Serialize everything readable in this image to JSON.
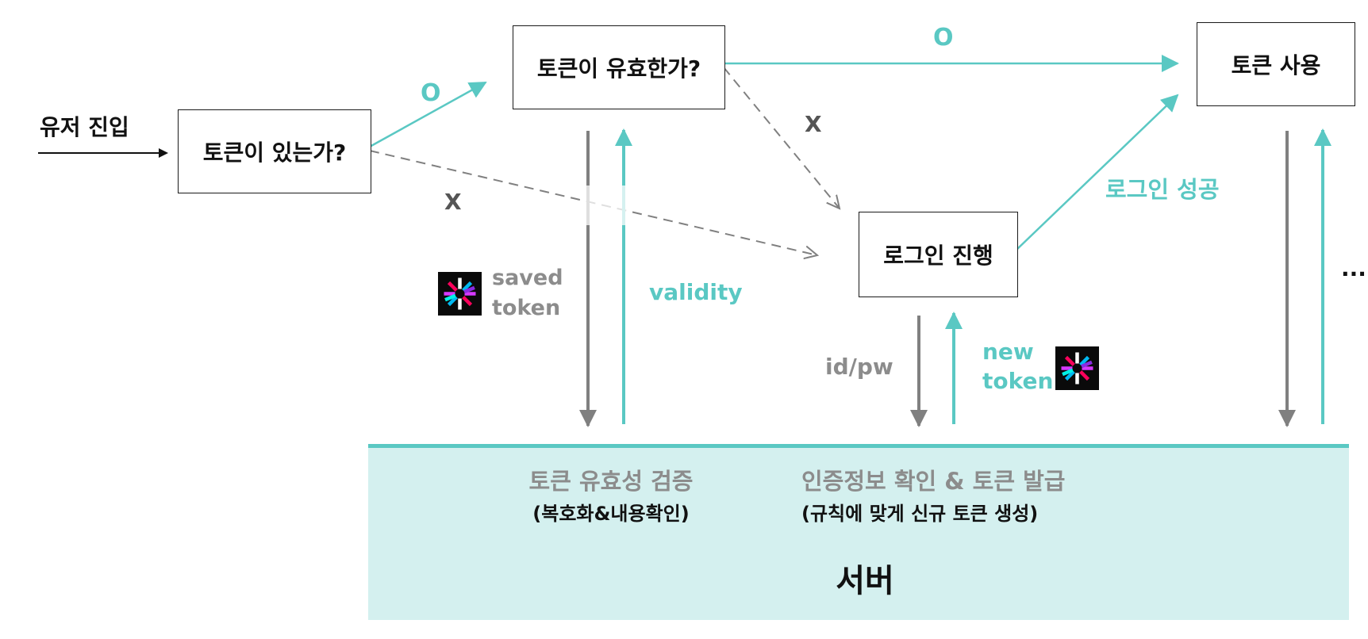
{
  "nodes": {
    "has_token": "토큰이 있는가?",
    "token_valid": "토큰이 유효한가?",
    "use_token": "토큰 사용",
    "login": "로그인 진행"
  },
  "labels": {
    "user_entry": "유저 진입",
    "yes_has_token": "O",
    "no_has_token": "X",
    "yes_valid": "O",
    "no_valid": "X",
    "login_success": "로그인 성공",
    "saved_token_line1": "saved",
    "saved_token_line2": "token",
    "validity": "validity",
    "id_pw": "id/pw",
    "new_token_line1": "new",
    "new_token_line2": "token",
    "ellipsis": "..."
  },
  "server": {
    "validate_title": "토큰 유효성 검증",
    "validate_sub": "(복호화&내용확인)",
    "issue_title": "인증정보 확인 & 토큰 발급",
    "issue_sub": "(규칙에 맞게 신규 토큰 생성)",
    "name": "서버"
  },
  "colors": {
    "teal": "#5ac8c3",
    "gray": "#808080",
    "server_bg": "#d4f0ef"
  },
  "icons": {
    "jwt_saved": "jwt-logo-icon",
    "jwt_new": "jwt-logo-icon"
  }
}
